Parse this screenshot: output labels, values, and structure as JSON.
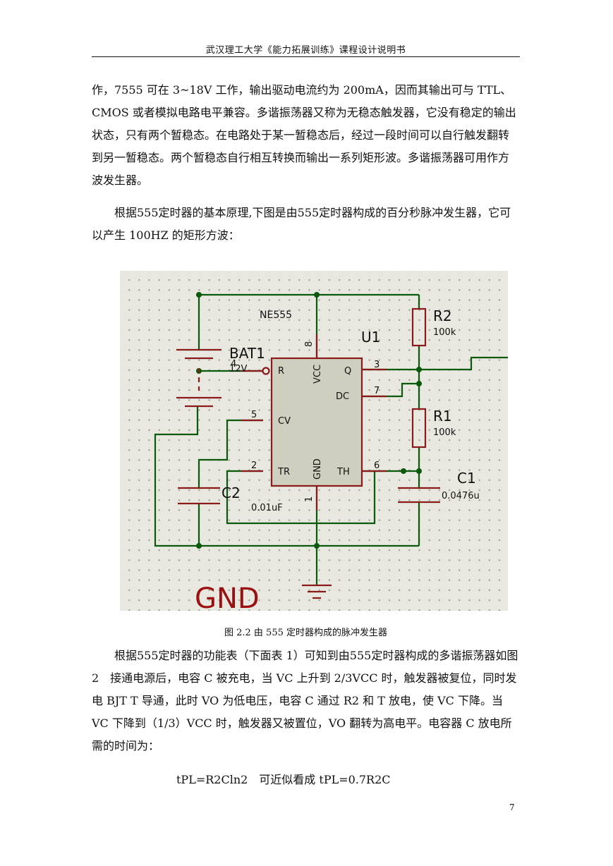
{
  "header": {
    "title": "武汉理工大学《能力拓展训练》课程设计说明书"
  },
  "body": {
    "para1": "作，7555 可在 3~18V 工作，输出驱动电流约为 200mA，因而其输出可与 TTL、CMOS 或者模拟电路电平兼容。多谐振荡器又称为无稳态触发器，它没有稳定的输出状态，只有两个暂稳态。在电路处于某一暂稳态后，经过一段时间可以自行触发翻转到另一暂稳态。两个暂稳态自行相互转换而输出一系列矩形波。多谐振荡器可用作方波发生器。",
    "para2": "根据555定时器的基本原理,下图是由555定时器构成的百分秒脉冲发生器，它可以产生 100HZ 的矩形方波：",
    "para3": "根据555定时器的功能表（下面表 1）可知到由555定时器构成的多谐振荡器如图 2　接通电源后，电容 C 被充电，当 VC 上升到 2/3VCC 时，触发器被复位，同时发电 BJT T 导通，此时 VO 为低电压，电容 C 通过 R2 和 T 放电，使 VC 下降。当 VC 下降到（1/3）VCC 时，触发器又被置位，VO 翻转为高电平。电容器 C 放电所需的时间为：",
    "formula": "tPL=R2Cln2　可近似看成 tPL=0.7R2C"
  },
  "figure": {
    "caption": "图 2.2 由 555 定时器构成的脉冲发生器",
    "chip_name": "NE555",
    "chip_ref": "U1",
    "pins": {
      "reset": "R",
      "vcc": "VCC",
      "q": "Q",
      "dc": "DC",
      "cv": "CV",
      "tr": "TR",
      "gnd": "GND",
      "th": "TH"
    },
    "pin_numbers": {
      "p4": "4",
      "p8": "8",
      "p3": "3",
      "p7": "7",
      "p5": "5",
      "p2": "2",
      "p6": "6",
      "p1": "1"
    },
    "battery": {
      "ref": "BAT1",
      "value": "12V"
    },
    "r2": {
      "ref": "R2",
      "value": "100k"
    },
    "r1": {
      "ref": "R1",
      "value": "100k"
    },
    "c1": {
      "ref": "C1",
      "value": "0.0476u"
    },
    "c2": {
      "ref": "C2",
      "value": "0.01uF"
    },
    "ground_label": "GND",
    "colors": {
      "wire": "#0b5a0b",
      "component": "#8b1a1a",
      "chip_fill": "#cfcfbf",
      "ground_text": "#9a1010"
    }
  },
  "page_number": "7"
}
